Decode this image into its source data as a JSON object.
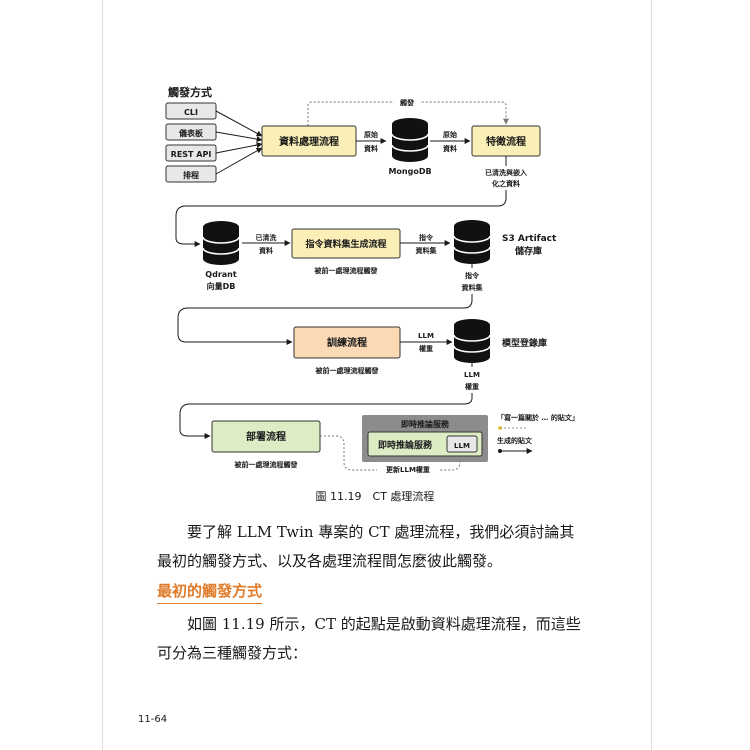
{
  "diagram": {
    "trigger_title": "觸發方式",
    "triggers": [
      "CLI",
      "儀表板",
      "REST API",
      "排程"
    ],
    "trigger_top": "觸發",
    "data_pipeline": "資料處理流程",
    "raw_data_1": [
      "原始",
      "資料"
    ],
    "mongodb": "MongoDB",
    "raw_data_2": [
      "原始",
      "資料"
    ],
    "feature_pipeline": "特徵流程",
    "cleaned_embedded": [
      "已清洗與嵌入",
      "化之資料"
    ],
    "qdrant": [
      "Qdrant",
      "向量DB"
    ],
    "cleaned_data": [
      "已清洗",
      "資料"
    ],
    "instruct_pipeline": "指令資料集生成流程",
    "instruct_dataset_1": [
      "指令",
      "資料集"
    ],
    "s3": [
      "S3 Artifact",
      "儲存庫"
    ],
    "triggered_by_prev_1": "被前一處理流程觸發",
    "instruct_dataset_2": [
      "指令",
      "資料集"
    ],
    "training_pipeline": "訓練流程",
    "llm_weights_1": [
      "LLM",
      "權重"
    ],
    "model_registry": "模型登錄庫",
    "triggered_by_prev_2": "被前一處理流程觸發",
    "llm_weights_2": [
      "LLM",
      "權重"
    ],
    "deploy_pipeline": "部署流程",
    "inference_service_outer": "即時推論服務",
    "inference_service_inner": "即時推論服務",
    "llm_box": "LLM",
    "legend_input": "「寫一篇關於 … 的貼文」",
    "legend_output": "生成的貼文",
    "triggered_by_prev_3": "被前一處理流程觸發",
    "update_weights": "更新LLM權重"
  },
  "caption": "圖 11.19　CT 處理流程",
  "paragraph1": "要了解 LLM Twin 專案的 CT 處理流程，我們必須討論其最初的觸發方式、以及各處理流程間怎麼彼此觸發。",
  "heading": "最初的觸發方式",
  "paragraph2": "如圖 11.19 所示，CT 的起點是啟動資料處理流程，而這些可分為三種觸發方式：",
  "page_number": "11-64",
  "colors": {
    "pipeline_yellow": "#fbefb8",
    "pipeline_orange": "#fbd9b5",
    "deploy_green": "#dcedc6",
    "heading_orange": "#e07b2a",
    "service_gray": "#8c8c8c"
  }
}
